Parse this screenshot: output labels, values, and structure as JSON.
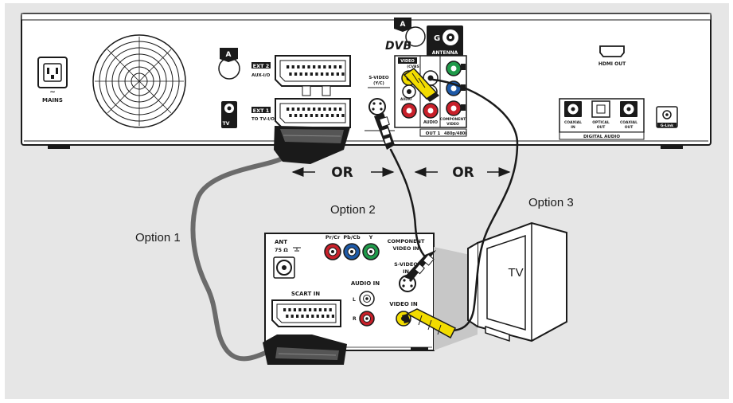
{
  "colors": {
    "background": "#e6e6e6",
    "device": "#ffffff",
    "outline": "#1a1a1a",
    "cable_scart": "#6b6b6b",
    "connector_yellow": "#f2dc00",
    "connector_red": "#c8202a",
    "connector_green": "#1f9a4a",
    "connector_blue": "#1e5aa8",
    "tv_shadow": "#c7c7c7"
  },
  "labels": {
    "or_left": "OR",
    "or_right": "OR",
    "option1": "Option 1",
    "option2": "Option 2",
    "option3": "Option 3",
    "tv": "TV"
  },
  "rear_panel": {
    "mains": "MAINS",
    "ext2": "EXT 2",
    "ext2_sub": "AUX-I/O",
    "ext1": "EXT 1",
    "ext1_sub": "TO TV-I/O",
    "tv_rf": "TV",
    "antenna": "ANTENNA",
    "dvb": "DVB",
    "badge_a": "A",
    "video_cvbs": "VIDEO",
    "video_cvbs_sub": "(CVBS)",
    "svideo": "S-VIDEO",
    "svideo_sub": "(Y/C)",
    "audio": "AUDIO",
    "audio_group": "AUDIO",
    "component": "COMPONENT",
    "component_sub": "VIDEO",
    "out1": "OUT 1",
    "out1_res": "480p/480i",
    "hdmi_out": "HDMI OUT",
    "coaxial_in": "COAXIAL",
    "coaxial_in_sub": "IN",
    "optical_out": "OPTICAL",
    "optical_out_sub": "OUT",
    "coaxial_out": "COAXIAL",
    "coaxial_out_sub": "OUT",
    "digital_audio": "DIGITAL AUDIO",
    "g_link": "G-Link"
  },
  "tv_panel": {
    "ant": "ANT",
    "ant_sub": "75 Ω",
    "pr_cr": "Pr/Cr",
    "pb_cb": "Pb/Cb",
    "y": "Y",
    "component_video_in": "COMPONENT",
    "component_video_in_sub": "VIDEO IN",
    "svideo_in": "S-VIDEO",
    "svideo_in_sub": "IN",
    "audio_in": "AUDIO IN",
    "audio_l": "L",
    "audio_r": "R",
    "video_in": "VIDEO IN",
    "scart_in": "SCART IN"
  }
}
